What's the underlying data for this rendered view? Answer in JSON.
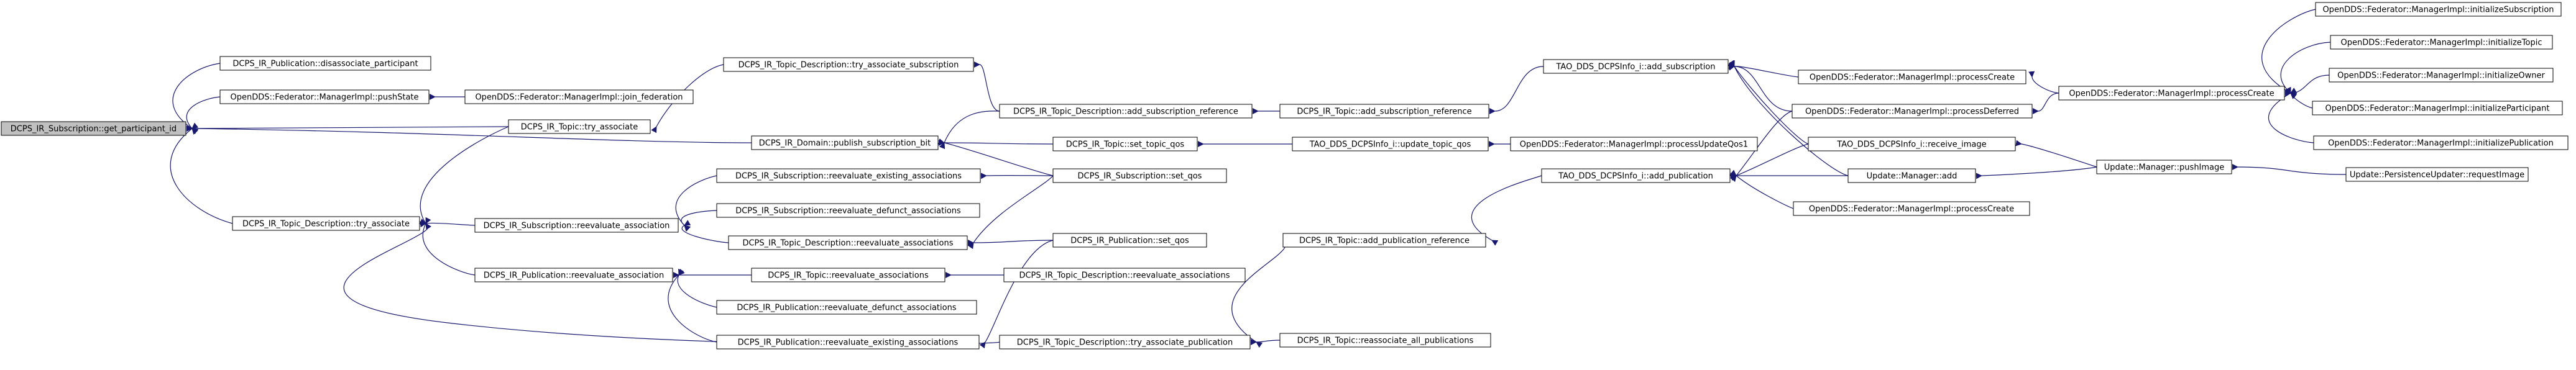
{
  "diagram": {
    "type": "call-graph",
    "colors": {
      "background": "#ffffff",
      "node_fill": "#ffffff",
      "root_fill": "#c0c0c0",
      "node_stroke": "#000000",
      "edge": "#191970",
      "text": "#000000"
    },
    "nodes": [
      {
        "id": "n0",
        "label": "DCPS_IR_Subscription::get_participant_id",
        "root": true
      },
      {
        "id": "n1",
        "label": "DCPS_IR_Publication::disassociate_participant"
      },
      {
        "id": "n2",
        "label": "OpenDDS::Federator::ManagerImpl::pushState"
      },
      {
        "id": "n3",
        "label": "OpenDDS::Federator::ManagerImpl::join_federation"
      },
      {
        "id": "n4",
        "label": "DCPS_IR_Topic::try_associate"
      },
      {
        "id": "n5",
        "label": "DCPS_IR_Topic_Description::try_associate_subscription"
      },
      {
        "id": "n6",
        "label": "DCPS_IR_Topic_Description::add_subscription_reference"
      },
      {
        "id": "n7",
        "label": "DCPS_IR_Topic::add_subscription_reference"
      },
      {
        "id": "n8",
        "label": "TAO_DDS_DCPSInfo_i::add_subscription"
      },
      {
        "id": "n9",
        "label": "DCPS_IR_Domain::publish_subscription_bit"
      },
      {
        "id": "n10",
        "label": "DCPS_IR_Topic::set_topic_qos"
      },
      {
        "id": "n11",
        "label": "TAO_DDS_DCPSInfo_i::update_topic_qos"
      },
      {
        "id": "n12",
        "label": "OpenDDS::Federator::ManagerImpl::processUpdateQos1"
      },
      {
        "id": "n13",
        "label": "OpenDDS::Federator::ManagerImpl::processCreate"
      },
      {
        "id": "n14",
        "label": "OpenDDS::Federator::ManagerImpl::processDeferred"
      },
      {
        "id": "n15",
        "label": "TAO_DDS_DCPSInfo_i::receive_image"
      },
      {
        "id": "n16",
        "label": "Update::Manager::add"
      },
      {
        "id": "n17",
        "label": "OpenDDS::Federator::ManagerImpl::processCreate"
      },
      {
        "id": "n18",
        "label": "OpenDDS::Federator::ManagerImpl::processCreate"
      },
      {
        "id": "n19",
        "label": "OpenDDS::Federator::ManagerImpl::initializeSubscription"
      },
      {
        "id": "n20",
        "label": "OpenDDS::Federator::ManagerImpl::initializeTopic"
      },
      {
        "id": "n21",
        "label": "OpenDDS::Federator::ManagerImpl::initializeOwner"
      },
      {
        "id": "n22",
        "label": "OpenDDS::Federator::ManagerImpl::initializeParticipant"
      },
      {
        "id": "n23",
        "label": "OpenDDS::Federator::ManagerImpl::initializePublication"
      },
      {
        "id": "n24",
        "label": "Update::Manager::pushImage"
      },
      {
        "id": "n25",
        "label": "Update::PersistenceUpdater::requestImage"
      },
      {
        "id": "n26",
        "label": "TAO_DDS_DCPSInfo_i::add_publication"
      },
      {
        "id": "n27",
        "label": "DCPS_IR_Topic::add_publication_reference"
      },
      {
        "id": "n28",
        "label": "DCPS_IR_Topic_Description::try_associate"
      },
      {
        "id": "n29",
        "label": "DCPS_IR_Subscription::reevaluate_association"
      },
      {
        "id": "n30",
        "label": "DCPS_IR_Subscription::reevaluate_existing_associations"
      },
      {
        "id": "n31",
        "label": "DCPS_IR_Subscription::set_qos"
      },
      {
        "id": "n32",
        "label": "DCPS_IR_Subscription::reevaluate_defunct_associations"
      },
      {
        "id": "n33",
        "label": "DCPS_IR_Topic_Description::reevaluate_associations"
      },
      {
        "id": "n34",
        "label": "DCPS_IR_Publication::set_qos"
      },
      {
        "id": "n35",
        "label": "DCPS_IR_Publication::reevaluate_association"
      },
      {
        "id": "n36",
        "label": "DCPS_IR_Topic::reevaluate_associations"
      },
      {
        "id": "n37",
        "label": "DCPS_IR_Topic_Description::reevaluate_associations"
      },
      {
        "id": "n38",
        "label": "DCPS_IR_Publication::reevaluate_defunct_associations"
      },
      {
        "id": "n39",
        "label": "DCPS_IR_Publication::reevaluate_existing_associations"
      },
      {
        "id": "n40",
        "label": "DCPS_IR_Topic_Description::try_associate_publication"
      },
      {
        "id": "n41",
        "label": "DCPS_IR_Topic::reassociate_all_publications"
      }
    ],
    "edges": [
      [
        "n0",
        "n1"
      ],
      [
        "n0",
        "n2"
      ],
      [
        "n2",
        "n3"
      ],
      [
        "n0",
        "n4"
      ],
      [
        "n4",
        "n5"
      ],
      [
        "n5",
        "n6"
      ],
      [
        "n6",
        "n7"
      ],
      [
        "n7",
        "n8"
      ],
      [
        "n8",
        "n13"
      ],
      [
        "n8",
        "n14"
      ],
      [
        "n8",
        "n15"
      ],
      [
        "n8",
        "n16"
      ],
      [
        "n14",
        "n18"
      ],
      [
        "n13",
        "n18"
      ],
      [
        "n18",
        "n19"
      ],
      [
        "n18",
        "n20"
      ],
      [
        "n18",
        "n21"
      ],
      [
        "n18",
        "n22"
      ],
      [
        "n18",
        "n23"
      ],
      [
        "n15",
        "n24"
      ],
      [
        "n16",
        "n24"
      ],
      [
        "n24",
        "n25"
      ],
      [
        "n0",
        "n9"
      ],
      [
        "n9",
        "n6"
      ],
      [
        "n9",
        "n10"
      ],
      [
        "n9",
        "n31"
      ],
      [
        "n10",
        "n11"
      ],
      [
        "n11",
        "n12"
      ],
      [
        "n0",
        "n28"
      ],
      [
        "n28",
        "n4"
      ],
      [
        "n28",
        "n29"
      ],
      [
        "n28",
        "n35"
      ],
      [
        "n28",
        "n40"
      ],
      [
        "n29",
        "n30"
      ],
      [
        "n29",
        "n32"
      ],
      [
        "n29",
        "n33"
      ],
      [
        "n30",
        "n31"
      ],
      [
        "n33",
        "n31"
      ],
      [
        "n33",
        "n34"
      ],
      [
        "n35",
        "n36"
      ],
      [
        "n35",
        "n38"
      ],
      [
        "n35",
        "n39"
      ],
      [
        "n36",
        "n37"
      ],
      [
        "n39",
        "n34"
      ],
      [
        "n40",
        "n27"
      ],
      [
        "n40",
        "n41"
      ],
      [
        "n27",
        "n26"
      ],
      [
        "n26",
        "n14"
      ],
      [
        "n26",
        "n15"
      ],
      [
        "n26",
        "n16"
      ],
      [
        "n26",
        "n17"
      ]
    ]
  }
}
